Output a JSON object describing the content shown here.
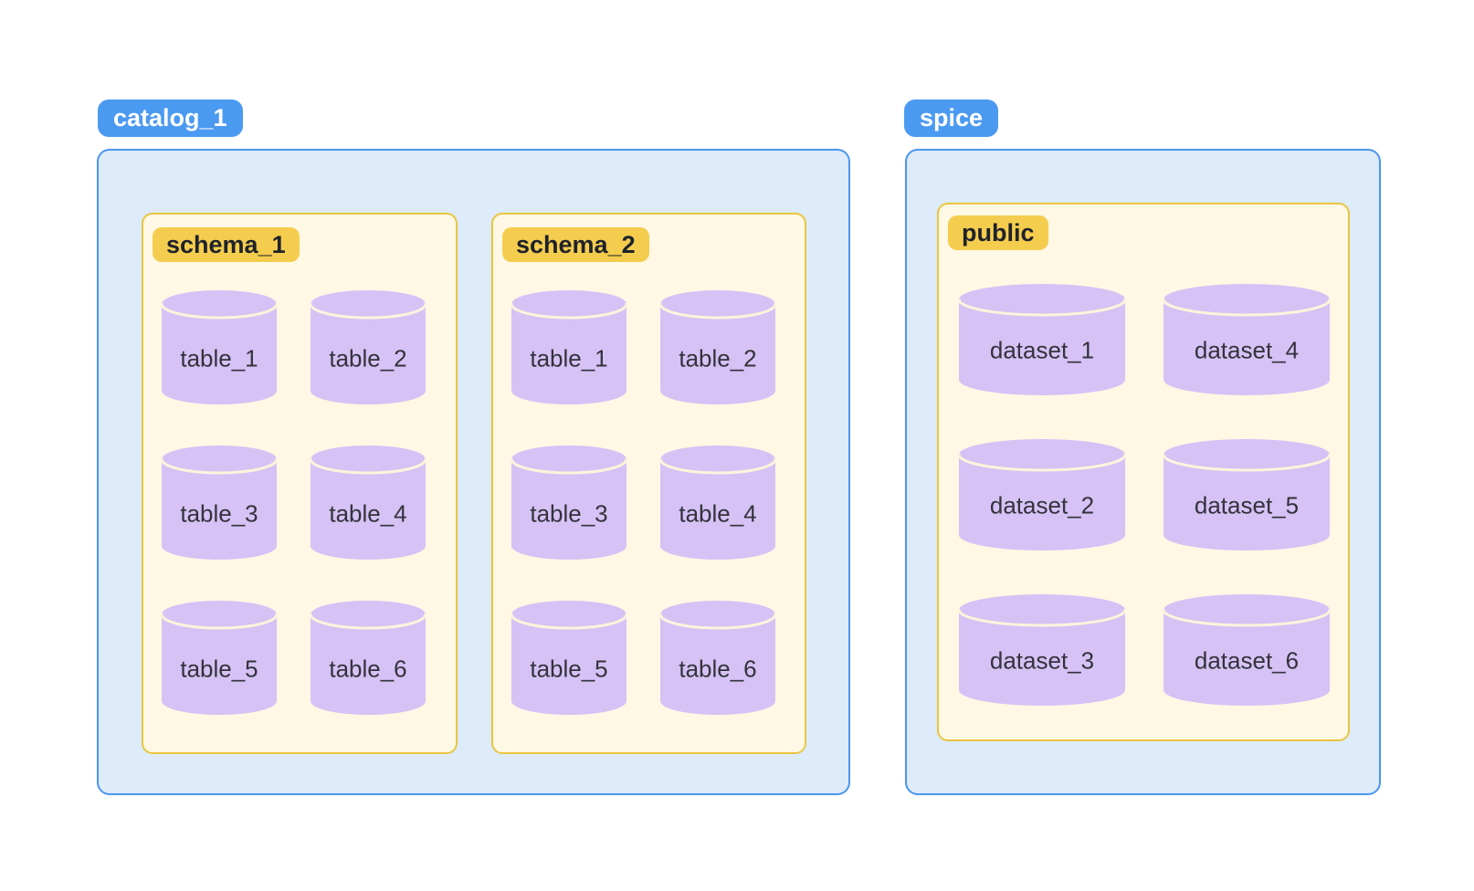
{
  "diagram": {
    "catalogs": [
      {
        "label": "catalog_1",
        "schemas": [
          {
            "label": "schema_1",
            "tables": [
              "table_1",
              "table_2",
              "table_3",
              "table_4",
              "table_5",
              "table_6"
            ]
          },
          {
            "label": "schema_2",
            "tables": [
              "table_1",
              "table_2",
              "table_3",
              "table_4",
              "table_5",
              "table_6"
            ]
          }
        ]
      },
      {
        "label": "spice",
        "schemas": [
          {
            "label": "public",
            "tables": [
              "dataset_1",
              "dataset_2",
              "dataset_3",
              "dataset_4",
              "dataset_5",
              "dataset_6"
            ]
          }
        ]
      }
    ],
    "colors": {
      "catalog_badge": "#4B9AF2",
      "catalog_fill": "#DDEBFA",
      "catalog_border": "#4C96F0",
      "schema_badge": "#F5CD4E",
      "schema_fill": "#FEF8E5",
      "schema_border": "#EAC63F",
      "cylinder_fill": "#D6C2F5",
      "cylinder_highlight": "#FCF4DC",
      "label_text": "#33333D"
    }
  }
}
